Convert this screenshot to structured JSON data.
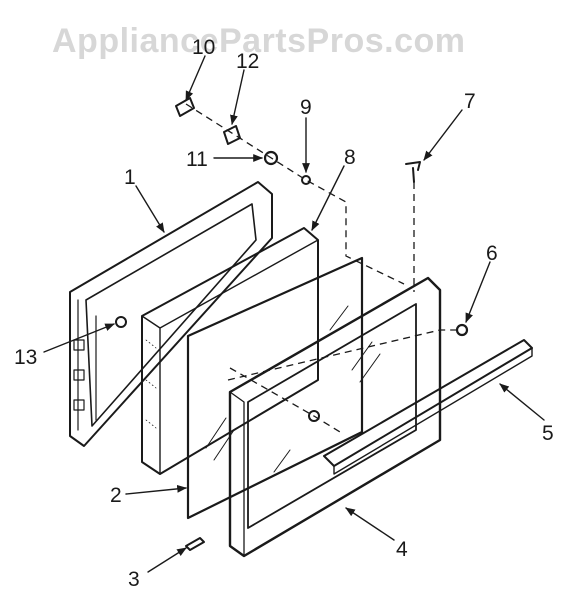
{
  "watermark": "AppliancePartsPros.com",
  "callouts": [
    {
      "label": "10"
    },
    {
      "label": "12"
    },
    {
      "label": "9"
    },
    {
      "label": "7"
    },
    {
      "label": "1"
    },
    {
      "label": "11"
    },
    {
      "label": "8"
    },
    {
      "label": "6"
    },
    {
      "label": "13"
    },
    {
      "label": "5"
    },
    {
      "label": "2"
    },
    {
      "label": "4"
    },
    {
      "label": "3"
    }
  ],
  "colors": {
    "ink": "#1a1a1a",
    "watermark": "#d7d7d7",
    "paper": "#ffffff"
  }
}
